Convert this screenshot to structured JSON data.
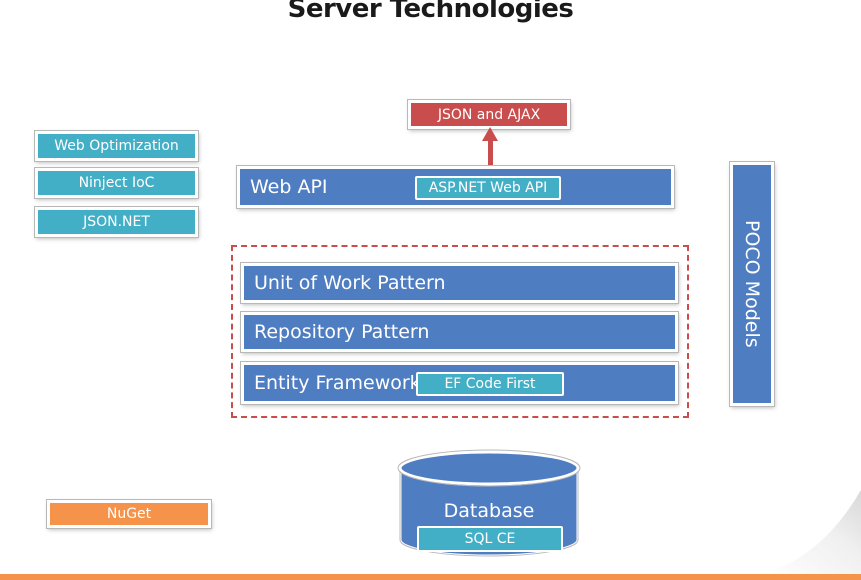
{
  "title": "Server Technologies",
  "left_libs": [
    {
      "label": "Web Optimization"
    },
    {
      "label": "Ninject IoC"
    },
    {
      "label": "JSON.NET"
    }
  ],
  "json_ajax": {
    "label": "JSON and AJAX"
  },
  "web_api": {
    "label": "Web API",
    "tag": "ASP.NET Web API"
  },
  "layers": {
    "unit_of_work": "Unit of Work Pattern",
    "repository": "Repository Pattern",
    "entity_framework": "Entity Framework",
    "ef_tag": "EF Code First"
  },
  "poco": {
    "label": "POCO Models"
  },
  "database": {
    "label": "Database",
    "tag": "SQL CE"
  },
  "nuget": {
    "label": "NuGet"
  },
  "colors": {
    "teal": "#43afc6",
    "blue": "#4f7dc2",
    "red": "#c94d4d",
    "orange": "#f5934a"
  }
}
